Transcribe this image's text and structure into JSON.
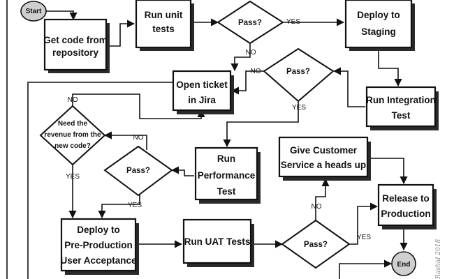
{
  "nodes": {
    "start": "Start",
    "get_code": [
      "Get code from",
      "repository"
    ],
    "run_unit_tests": [
      "Run unit",
      "tests"
    ],
    "pass_unit": "Pass?",
    "deploy_staging": [
      "Deploy to",
      "Staging"
    ],
    "run_integration": [
      "Run Integration",
      "Test"
    ],
    "pass_integration": "Pass?",
    "open_ticket": [
      "Open ticket",
      "in Jira"
    ],
    "need_revenue": [
      "Need the",
      "revenue from the",
      "new code?"
    ],
    "pass_perf": "Pass?",
    "run_perf": [
      "Run",
      "Performance",
      "Test"
    ],
    "deploy_preprod": [
      "Deploy to",
      "Pre-Production",
      "User Acceptance"
    ],
    "run_uat": "Run UAT Tests",
    "pass_uat": "Pass?",
    "customer_service": [
      "Give Customer",
      "Service a heads up"
    ],
    "release": [
      "Release to",
      "Production"
    ],
    "end": "End"
  },
  "edge_labels": {
    "unit_yes": "YES",
    "unit_no": "NO",
    "integration_no": "NO",
    "integration_yes": "YES",
    "revenue_no": "NO",
    "revenue_yes": "YES",
    "perf_no": "NO",
    "perf_yes": "YES",
    "uat_no": "NO",
    "uat_yes": "YES"
  },
  "signature": "Rashid 2018"
}
